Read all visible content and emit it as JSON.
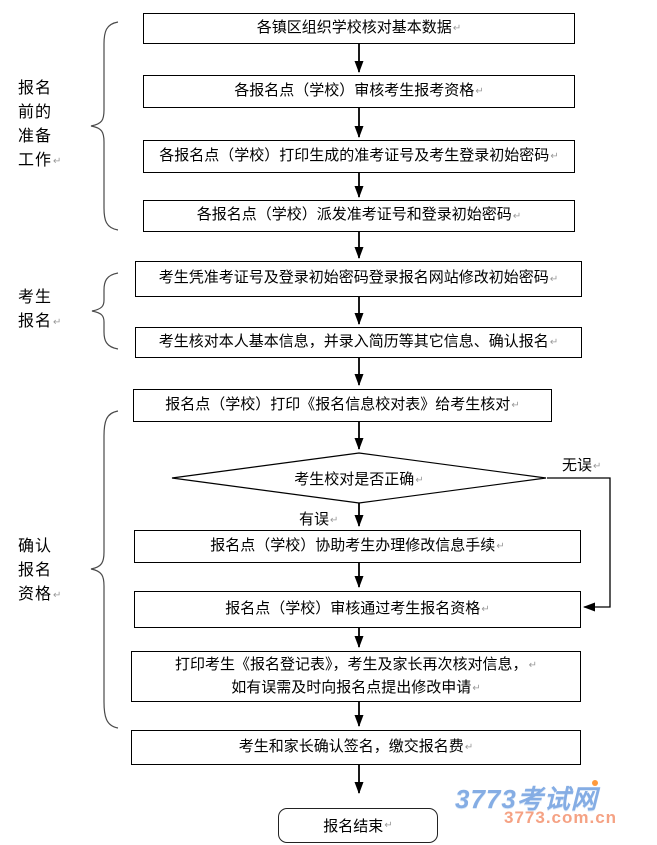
{
  "marks": {
    "return": "↵"
  },
  "stages": [
    {
      "name": "报名前的准备工作",
      "lines": [
        "报名",
        "前的",
        "准备",
        "工作"
      ]
    },
    {
      "name": "考生报名",
      "lines": [
        "考生",
        "报名"
      ]
    },
    {
      "name": "确认报名资格",
      "lines": [
        "确认",
        "报名",
        "资格"
      ]
    }
  ],
  "flow": {
    "boxes": [
      {
        "text": "各镇区组织学校核对基本数据"
      },
      {
        "text": "各报名点（学校）审核考生报考资格"
      },
      {
        "text": "各报名点（学校）打印生成的准考证号及考生登录初始密码"
      },
      {
        "text": "各报名点（学校）派发准考证号和登录初始密码"
      },
      {
        "text": "考生凭准考证号及登录初始密码登录报名网站修改初始密码"
      },
      {
        "text": "考生核对本人基本信息，并录入简历等其它信息、确认报名"
      },
      {
        "text": "报名点（学校）打印《报名信息校对表》给考生核对"
      },
      {
        "text": "报名点（学校）协助考生办理修改信息手续"
      },
      {
        "text": "报名点（学校）审核通过考生报名资格"
      },
      {
        "text": "打印考生《报名登记表》，考生及家长再次核对信息，",
        "text2": "如有误需及时向报名点提出修改申请"
      },
      {
        "text": "考生和家长确认签名，缴交报名费"
      }
    ],
    "decision": {
      "text": "考生校对是否正确"
    },
    "branches": {
      "no_error": "无误",
      "has_error": "有误"
    },
    "terminal": {
      "text": "报名结束"
    }
  },
  "watermark": {
    "title": "3773考试网",
    "url": "3773.com.cn",
    "title_color": "#85ade4",
    "url_color": "#f5a284",
    "dot_color": "#ff9a3d"
  },
  "line_color": "#000000"
}
